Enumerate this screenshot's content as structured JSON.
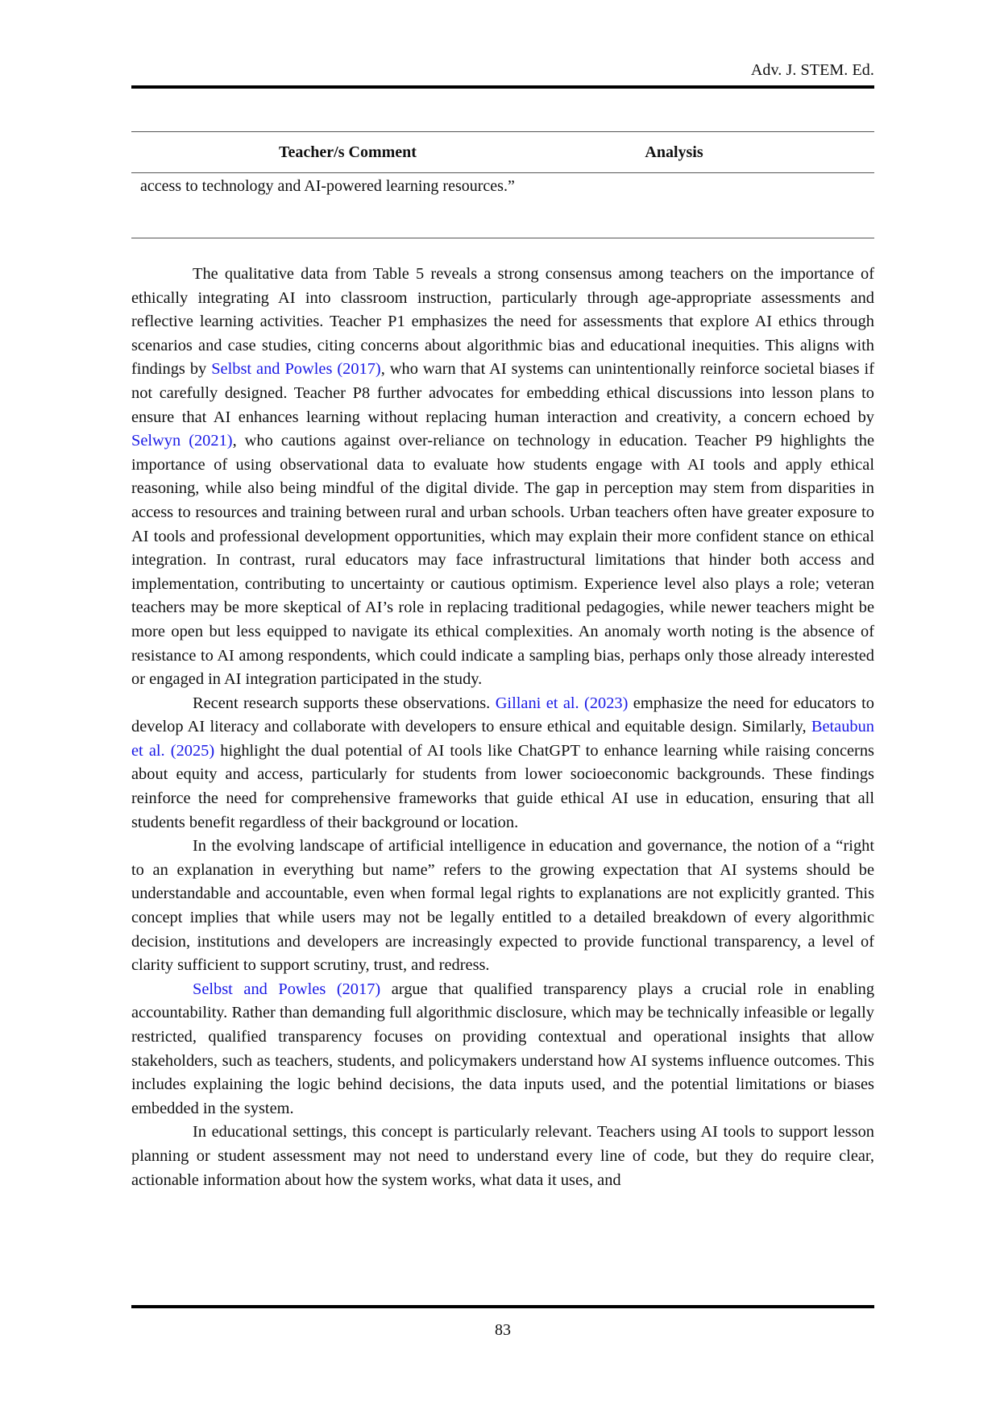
{
  "header": {
    "journal": "Adv. J. STEM. Ed."
  },
  "table": {
    "columns": [
      "Teacher/s Comment",
      "Analysis"
    ],
    "rows": [
      {
        "comment": "access to technology and AI-powered learning resources.”",
        "analysis": ""
      }
    ]
  },
  "paragraphs": [
    {
      "segments": [
        {
          "text": "The qualitative data from Table 5 reveals a strong consensus among teachers on the importance of ethically integrating AI into classroom instruction, particularly through age-appropriate assessments and reflective learning activities. Teacher P1 emphasizes the need for assessments that explore AI ethics through scenarios and case studies, citing concerns about algorithmic bias and educational inequities. This aligns with findings by "
        },
        {
          "text": "Selbst and Powles (2017)",
          "cite": true
        },
        {
          "text": ", who warn that AI systems can unintentionally reinforce societal biases if not carefully designed. Teacher P8 further advocates for embedding ethical discussions into lesson plans to ensure that AI enhances learning without replacing human interaction and creativity, a concern echoed by "
        },
        {
          "text": "Selwyn (2021)",
          "cite": true
        },
        {
          "text": ", who cautions against over-reliance on technology in education. Teacher P9 highlights the importance of using observational data to evaluate how students engage with AI tools and apply ethical reasoning, while also being mindful of the digital divide. The gap in perception may stem from disparities in access to resources and training between rural and urban schools. Urban teachers often have greater exposure to AI tools and professional development opportunities, which may explain their more confident stance on ethical integration. In contrast, rural educators may face infrastructural limitations that hinder both access and implementation, contributing to uncertainty or cautious optimism. Experience level also plays a role; veteran teachers may be more skeptical of AI’s role in replacing traditional pedagogies, while newer teachers might be more open but less equipped to navigate its ethical complexities. An anomaly worth noting is the absence of resistance to AI among respondents, which could indicate a sampling bias, perhaps only those already interested or engaged in AI integration participated in the study."
        }
      ]
    },
    {
      "segments": [
        {
          "text": "Recent research supports these observations. "
        },
        {
          "text": "Gillani et al. (2023)",
          "cite": true
        },
        {
          "text": " emphasize the need for educators to develop AI literacy and collaborate with developers to ensure ethical and equitable design. Similarly, "
        },
        {
          "text": "Betaubun et al. (2025)",
          "cite": true
        },
        {
          "text": " highlight the dual potential of AI tools like ChatGPT to enhance learning while raising concerns about equity and access, particularly for students from lower socioeconomic backgrounds. These findings reinforce the need for comprehensive frameworks that guide ethical AI use in education, ensuring that all students benefit regardless of their background or location."
        }
      ]
    },
    {
      "segments": [
        {
          "text": "In the evolving landscape of artificial intelligence in education and governance, the notion of a “right to an explanation in everything but name” refers to the growing expectation that AI systems should be understandable and accountable, even when formal legal rights to explanations are not explicitly granted. This concept implies that while users may not be legally entitled to a detailed breakdown of every algorithmic decision, institutions and developers are increasingly expected to provide functional transparency, a level of clarity sufficient to support scrutiny, trust, and redress."
        }
      ]
    },
    {
      "segments": [
        {
          "text": "Selbst and Powles (2017)",
          "cite": true
        },
        {
          "text": " argue that qualified transparency plays a crucial role in enabling accountability. Rather than demanding full algorithmic disclosure, which may be technically infeasible or legally restricted, qualified transparency focuses on providing contextual and operational insights that allow stakeholders, such as teachers, students, and policymakers understand how AI systems influence outcomes. This includes explaining the logic behind decisions, the data inputs used, and the potential limitations or biases embedded in the system."
        }
      ]
    },
    {
      "segments": [
        {
          "text": "In educational settings, this concept is particularly relevant. Teachers using AI tools to support lesson planning or student assessment may not need to understand every line of code, but they do require clear, actionable information about how the system works, what data it uses, and"
        }
      ]
    }
  ],
  "footer": {
    "page_number": "83"
  }
}
